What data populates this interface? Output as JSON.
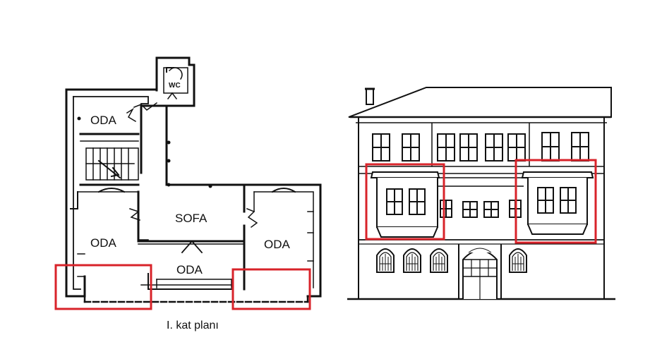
{
  "floor_plan": {
    "rooms": {
      "wc": "WC",
      "oda_top": "ODA",
      "sofa": "SOFA",
      "oda_left": "ODA",
      "oda_right": "ODA",
      "oda_bottom": "ODA"
    },
    "caption": "I. kat planı"
  },
  "colors": {
    "line": "#111111",
    "highlight": "#d8232a",
    "background": "#ffffff"
  },
  "elevation": {
    "window_style": "grid"
  }
}
